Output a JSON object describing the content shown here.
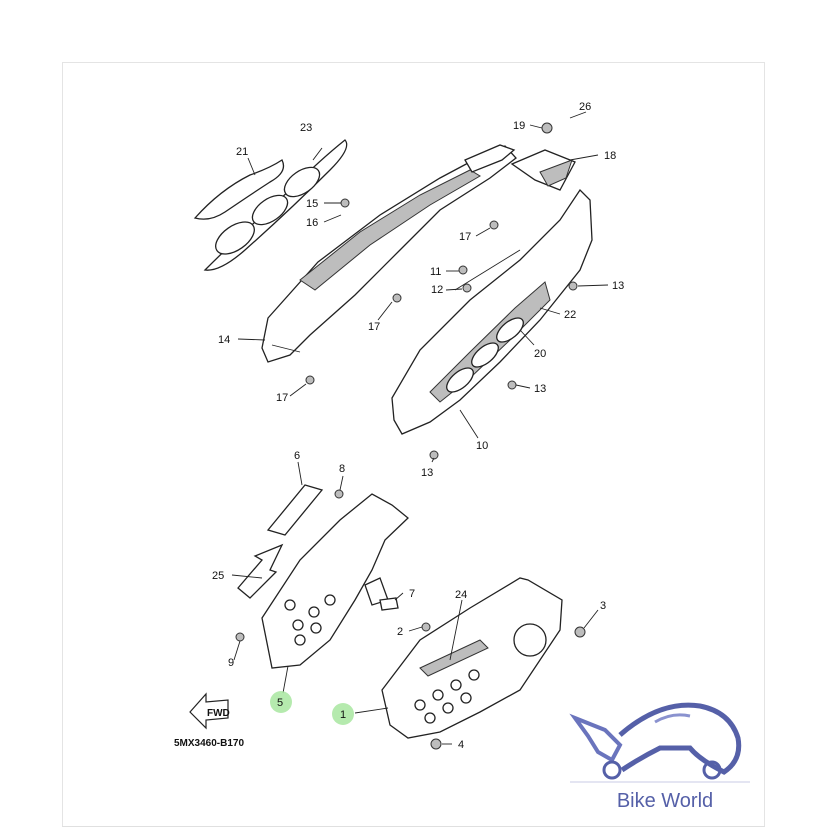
{
  "diagram_code": "5MX3460-B170",
  "fwd_label": "FWD",
  "brand": {
    "name": "Bike World",
    "logo_icon": "motorcycle-logo-icon",
    "color": "#5560a8"
  },
  "highlight_color": "#a8e6a0",
  "labels": {
    "p1": "1",
    "p2": "2",
    "p3": "3",
    "p4": "4",
    "p5": "5",
    "p6": "6",
    "p7": "7",
    "p8": "8",
    "p9": "9",
    "p10": "10",
    "p11": "11",
    "p12": "12",
    "p13a": "13",
    "p13b": "13",
    "p13c": "13",
    "p14": "14",
    "p15": "15",
    "p16": "16",
    "p17a": "17",
    "p17b": "17",
    "p17c": "17",
    "p18": "18",
    "p19": "19",
    "p20": "20",
    "p21": "21",
    "p22": "22",
    "p23": "23",
    "p24": "24",
    "p25": "25",
    "p26": "26"
  }
}
